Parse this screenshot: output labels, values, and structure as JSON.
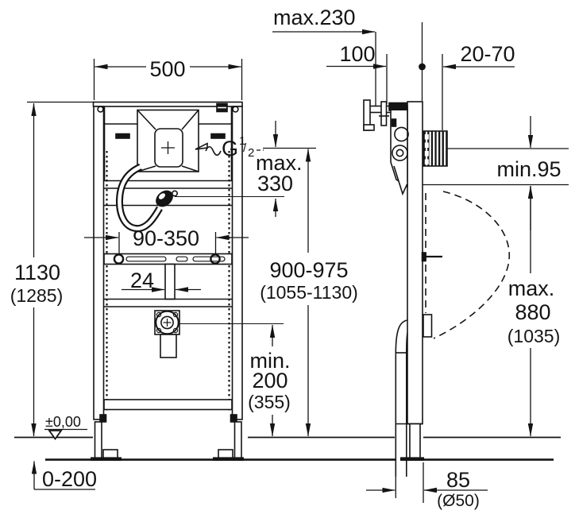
{
  "drawing": {
    "title_semantic": "urinal-installation-frame-dimension-drawing",
    "colors": {
      "line": "#141414",
      "background": "#ffffff"
    },
    "dims": {
      "frame_width": "500",
      "frame_height": "1130",
      "frame_height_alt": "(1285)",
      "bracket_max": "max.230",
      "top_offset": "100",
      "wall_finish_range": "20-70",
      "inlet_max_label": "max.",
      "inlet_max_value": "330",
      "thread_g": "G",
      "thread_num": "1",
      "thread_slash": "/",
      "thread_den": "2",
      "mount_range": "90-350",
      "pipe_width": "24",
      "flush_height": "900-975",
      "flush_height_alt": "(1055-1130)",
      "min_clearance": "min.95",
      "urinal_max_label": "max.",
      "urinal_max_value": "880",
      "urinal_max_alt": "(1035)",
      "drain_min_label": "min.",
      "drain_min_value": "200",
      "drain_min_alt": "(355)",
      "floor_level": "±0,00",
      "floor_buildup": "0-200",
      "drain_offset": "85",
      "drain_diameter": "(Ø50)"
    }
  }
}
